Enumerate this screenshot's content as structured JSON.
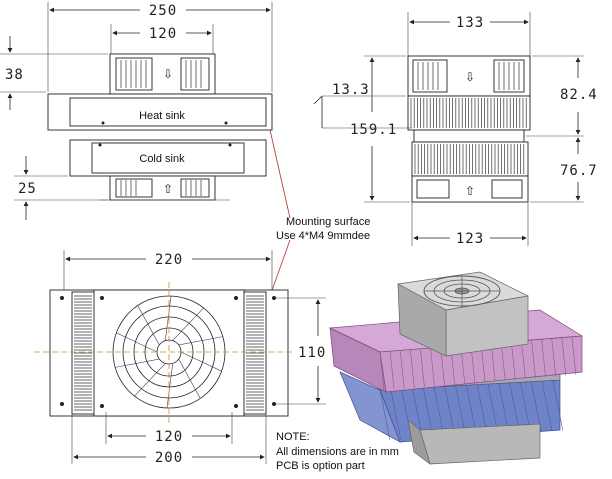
{
  "front_view": {
    "width_overall": "250",
    "width_fan": "120",
    "height_top": "38",
    "height_bottom": "25",
    "heat_sink_label": "Heat sink",
    "cold_sink_label": "Cold sink"
  },
  "side_view": {
    "width_top": "133",
    "width_bottom": "123",
    "offset": "13.3",
    "height_total": "159.1",
    "height_upper": "82.4",
    "height_lower": "76.7"
  },
  "mounting": {
    "line1": "Mounting surface",
    "line2": "Use 4*M4 9mmdee"
  },
  "top_view": {
    "width_holes": "220",
    "height_holes": "110",
    "width_fan": "120",
    "width_body": "200"
  },
  "note": {
    "title": "NOTE:",
    "line1": "All dimensions are in mm",
    "line2": "PCB is option part"
  },
  "colors": {
    "heat_sink_3d": "#c99ac8",
    "cold_sink_3d": "#6f84c8",
    "fan_3d": "#c9c9c9",
    "centerline": "#d08a2a",
    "leader": "#b03030"
  }
}
